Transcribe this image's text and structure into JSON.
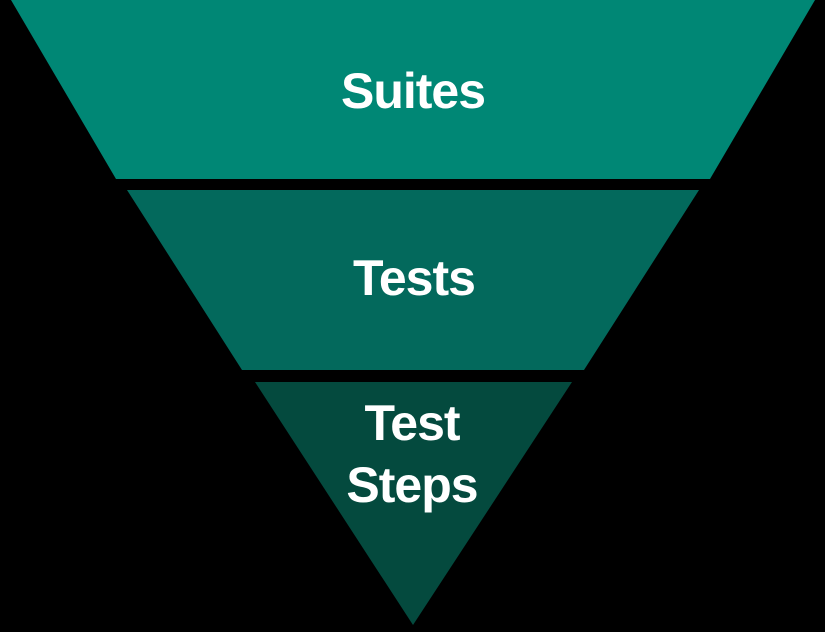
{
  "diagram": {
    "type": "inverted_pyramid_funnel",
    "background_color": "#000000",
    "label_color": "#ffffff",
    "levels": [
      {
        "rank": 1,
        "label": "Suites",
        "color": "#008775"
      },
      {
        "rank": 2,
        "label": "Tests",
        "color": "#03695C"
      },
      {
        "rank": 3,
        "label": "Test Steps",
        "color": "#044A3E",
        "lines": [
          "Test",
          "Steps"
        ]
      }
    ]
  }
}
